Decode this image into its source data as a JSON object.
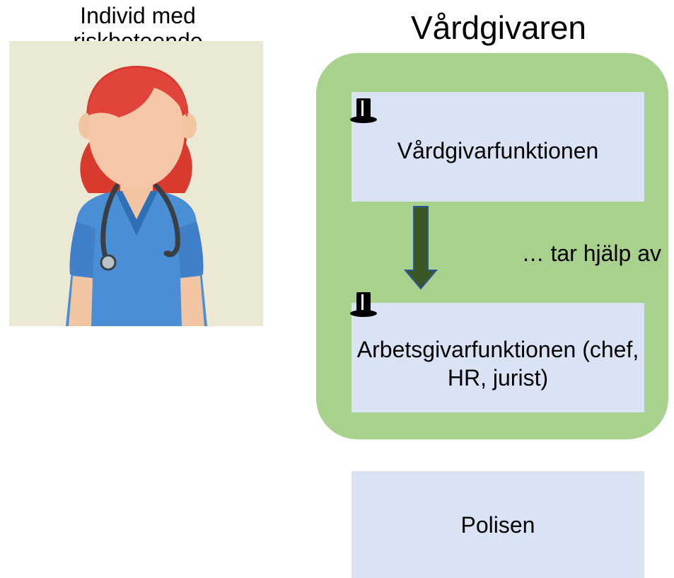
{
  "individual": {
    "title": "Individ med riskbeteende",
    "image_icon": "nurse-illustration-icon"
  },
  "care_provider": {
    "title": "Vårdgivaren",
    "group_color": "#a9d18e",
    "functions": [
      {
        "label": "Vårdgivarfunktionen",
        "hat_icon": "top-hat-icon"
      },
      {
        "label": "Arbetsgivarfunktionen (chef, HR, jurist)",
        "hat_icon": "top-hat-icon"
      }
    ],
    "relation_label": "… tar hjälp av",
    "arrow_color": "#385723"
  },
  "external": {
    "label": "Polisen"
  },
  "colors": {
    "box_fill": "#dae3f3",
    "portrait_background": "#ebe9d3"
  }
}
